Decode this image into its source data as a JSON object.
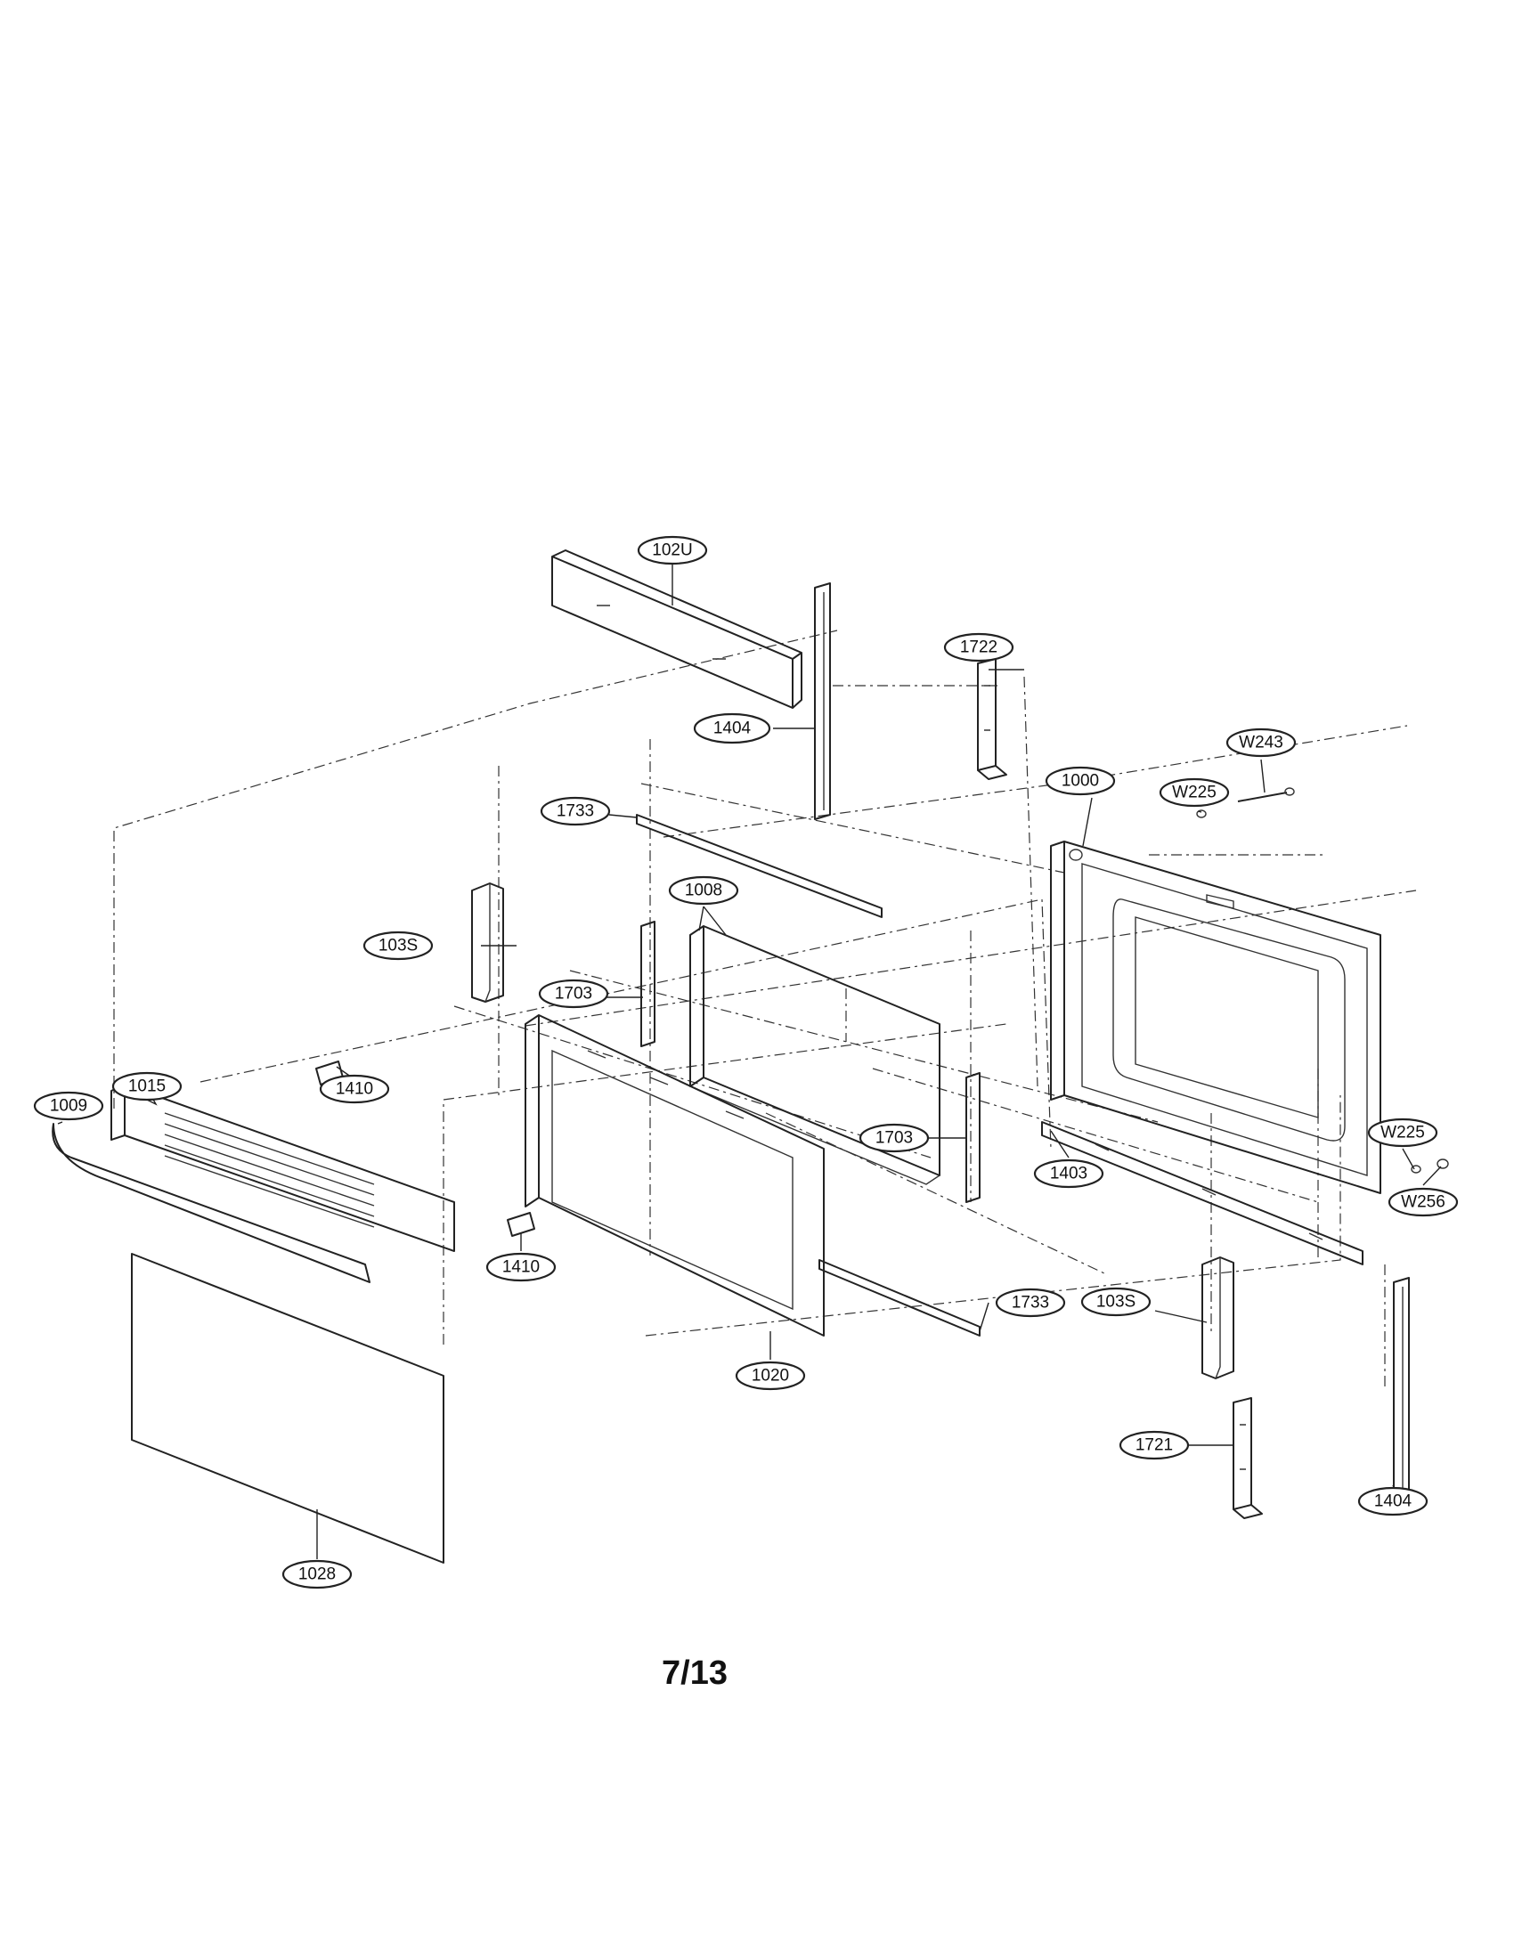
{
  "page_number": "7/13",
  "callouts": [
    {
      "id": "c-102u",
      "label": "102U"
    },
    {
      "id": "c-1404-top",
      "label": "1404"
    },
    {
      "id": "c-1722",
      "label": "1722"
    },
    {
      "id": "c-w243",
      "label": "W243"
    },
    {
      "id": "c-1000",
      "label": "1000"
    },
    {
      "id": "c-w225-top",
      "label": "W225"
    },
    {
      "id": "c-1733-top",
      "label": "1733"
    },
    {
      "id": "c-1008",
      "label": "1008"
    },
    {
      "id": "c-103s-left",
      "label": "103S"
    },
    {
      "id": "c-1703-left",
      "label": "1703"
    },
    {
      "id": "c-1015",
      "label": "1015"
    },
    {
      "id": "c-1410-top",
      "label": "1410"
    },
    {
      "id": "c-1009",
      "label": "1009"
    },
    {
      "id": "c-1703-right",
      "label": "1703"
    },
    {
      "id": "c-w225-bottom",
      "label": "W225"
    },
    {
      "id": "c-w256",
      "label": "W256"
    },
    {
      "id": "c-1403",
      "label": "1403"
    },
    {
      "id": "c-1410-bottom",
      "label": "1410"
    },
    {
      "id": "c-1733-bottom",
      "label": "1733"
    },
    {
      "id": "c-103s-right",
      "label": "103S"
    },
    {
      "id": "c-1020",
      "label": "1020"
    },
    {
      "id": "c-1721",
      "label": "1721"
    },
    {
      "id": "c-1404-bottom",
      "label": "1404"
    },
    {
      "id": "c-1028",
      "label": "1028"
    }
  ]
}
